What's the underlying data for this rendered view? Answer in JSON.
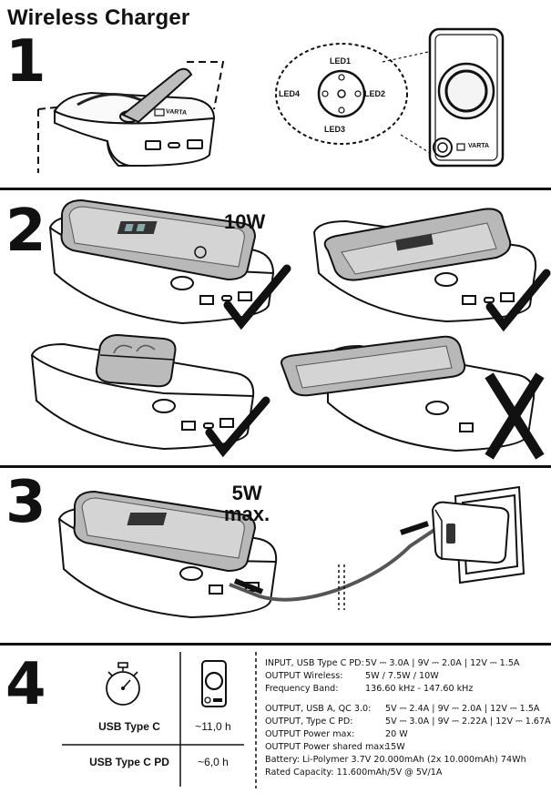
{
  "title": "Wireless Charger",
  "steps": [
    "1",
    "2",
    "3",
    "4"
  ],
  "brand": "VARTA",
  "leds": [
    "LED1",
    "LED2",
    "LED3",
    "LED4"
  ],
  "power_10w": "10W",
  "power_5w_line1": "5W",
  "power_5w_line2": "max.",
  "table": {
    "rows": [
      {
        "label": "USB Type C",
        "time": "~11,0 h"
      },
      {
        "label": "USB Type C PD",
        "time": "~6,0 h"
      }
    ]
  },
  "specs": [
    {
      "label": "INPUT, USB Type C PD:",
      "value": "5V ⎓ 3.0A | 9V ⎓ 2.0A | 12V ⎓ 1.5A"
    },
    {
      "label": "OUTPUT Wireless:",
      "value": "5W / 7.5W / 10W"
    },
    {
      "label": "Frequency Band:",
      "value": "136.60 kHz - 147.60 kHz"
    },
    {
      "label": "OUTPUT, USB A, QC 3.0:",
      "value": "5V ⎓ 2.4A | 9V ⎓ 2.0A  | 12V ⎓ 1.5A"
    },
    {
      "label": "OUTPUT, Type C PD:",
      "value": "5V ⎓ 3.0A | 9V ⎓ 2.22A | 12V ⎓ 1.67A"
    },
    {
      "label": "OUTPUT Power max:",
      "value": "20 W"
    },
    {
      "label": "OUTPUT Power shared max:",
      "value": "15W"
    },
    {
      "label": "Battery:",
      "value": "Li-Polymer 3.7V 20.000mAh (2x 10.000mAh) 74Wh"
    },
    {
      "label": "Rated Capacity:",
      "value": "11.600mAh/5V @ 5V/1A"
    }
  ]
}
